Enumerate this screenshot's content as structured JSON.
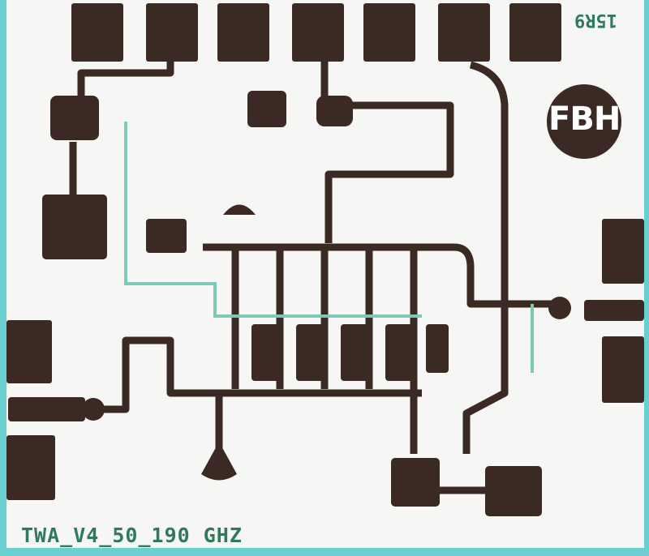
{
  "chip_name": "TWA_V4_50_190 GHZ",
  "chip_id": "15R9",
  "logo": "FBH",
  "colors": {
    "metal": "#3b2a24",
    "substrate": "#f7f7f5",
    "border": "#6ccfcf",
    "trace": "#7cc9b8"
  }
}
